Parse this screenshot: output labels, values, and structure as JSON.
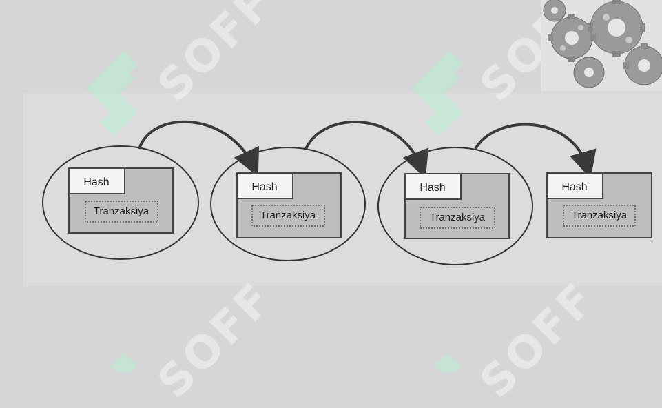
{
  "watermark": {
    "text": "SOFF",
    "color": "#ffffff",
    "logo_color": "#bff0d6"
  },
  "blocks": [
    {
      "hash_label": "Hash",
      "tx_label": "Tranzaksiya",
      "circled": true
    },
    {
      "hash_label": "Hash",
      "tx_label": "Tranzaksiya",
      "circled": true
    },
    {
      "hash_label": "Hash",
      "tx_label": "Tranzaksiya",
      "circled": true
    },
    {
      "hash_label": "Hash",
      "tx_label": "Tranzaksiya",
      "circled": false
    }
  ],
  "decoration": {
    "gears_icon": "gears-icon"
  }
}
